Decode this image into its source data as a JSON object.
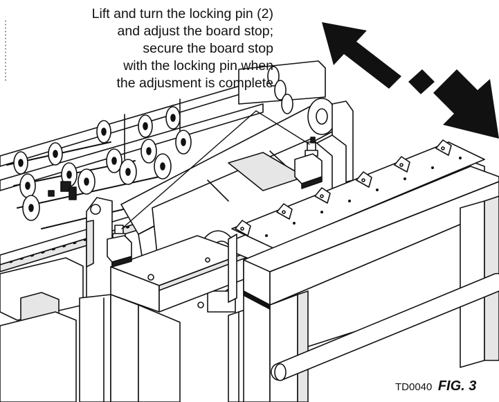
{
  "callout": {
    "lines": [
      "Lift and turn the locking pin (2)",
      "and adjust the board stop;",
      "secure the board stop",
      "with the locking pin when",
      "the adjusment is complete"
    ]
  },
  "figure": {
    "code": "TD0040",
    "label": "FIG. 3"
  },
  "colors": {
    "line": "#111111",
    "fill": "#ffffff",
    "shade": "#e6e6e6",
    "dark": "#1a1a1a"
  }
}
